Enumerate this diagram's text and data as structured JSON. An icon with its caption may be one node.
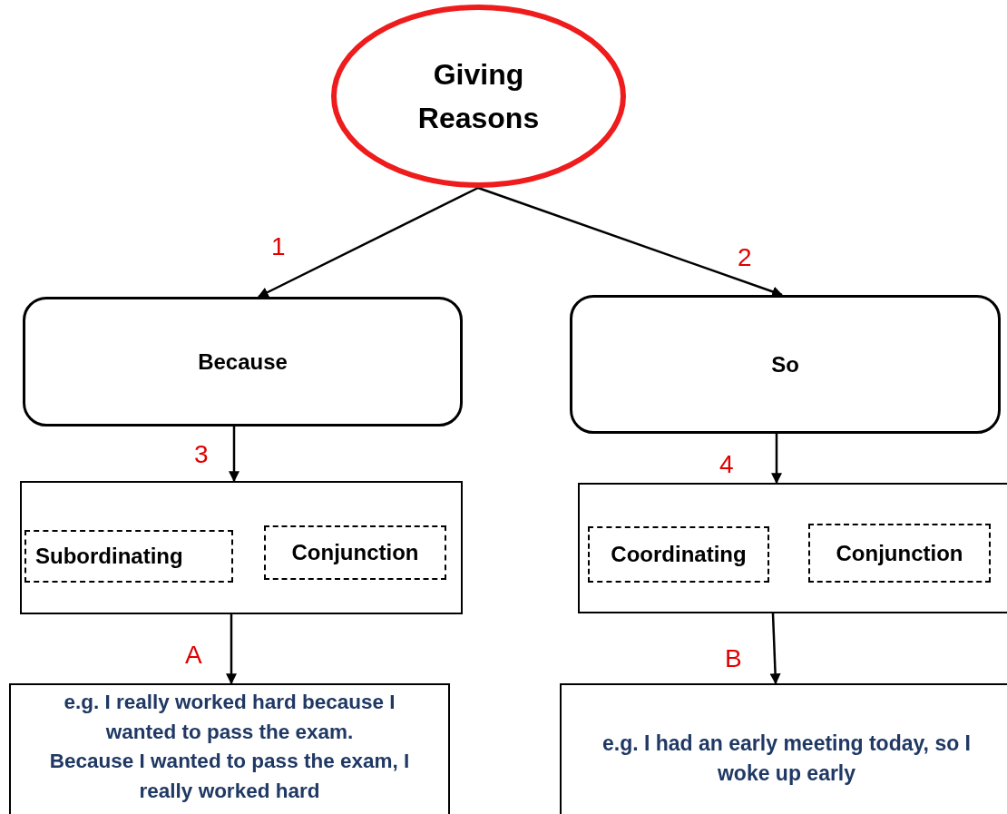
{
  "diagram": {
    "nodes": [
      {
        "text": [
          "Giving Reasons"
        ]
      },
      {
        "text": [
          "Because"
        ]
      },
      {
        "text": [
          "So"
        ]
      },
      {
        "text": [],
        "shape": "box"
      },
      {
        "text": [
          "Subordinating"
        ],
        "in": 3
      },
      {
        "text": [
          "Conjunction"
        ],
        "in": 3
      },
      {
        "text": [],
        "shape": "box"
      },
      {
        "text": [
          "Coordinating"
        ],
        "in": 6
      },
      {
        "text": [
          "Conjunction"
        ],
        "in": 6
      },
      {
        "text": [
          "e.g. I really worked hard because I wanted to pass the exam.",
          "Because I wanted to pass the exam, I really worked hard"
        ]
      },
      {
        "text": [
          "e.g. I had an early meeting today, so I woke up early"
        ]
      }
    ],
    "edges": [
      {
        "from": 0,
        "to": 1,
        "arrow": "to",
        "label": "1"
      },
      {
        "from": 0,
        "to": 2,
        "arrow": "to",
        "label": "2"
      },
      {
        "from": 1,
        "to": 3,
        "arrow": "to",
        "label": "3"
      },
      {
        "from": 2,
        "to": 6,
        "arrow": "to",
        "label": "4"
      },
      {
        "from": 3,
        "to": 9,
        "arrow": "to",
        "label": "A"
      },
      {
        "from": 6,
        "to": 10,
        "arrow": "to",
        "label": "B"
      }
    ]
  }
}
